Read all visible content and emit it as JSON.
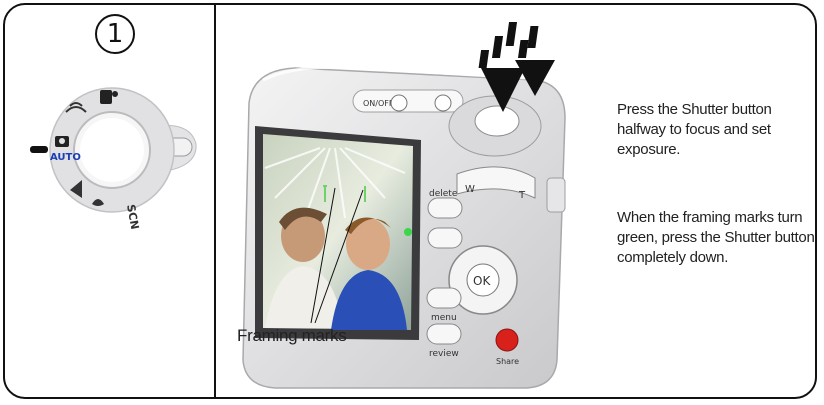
{
  "step": {
    "number": "1"
  },
  "dial": {
    "auto_label": "AUTO",
    "scn_label": "SCN"
  },
  "camera": {
    "onoff_label": "ON/OFF",
    "delete_label": "delete",
    "menu_label": "menu",
    "review_label": "review",
    "share_label": "Share",
    "ok_label": "OK",
    "w_label": "W",
    "t_label": "T"
  },
  "callout": {
    "framing_marks": "Framing marks"
  },
  "instructions": {
    "line1": "Press the Shutter button halfway to focus and set exposure.",
    "line2": "When the framing marks turn green, press the Shutter button completely down."
  },
  "colors": {
    "border": "#111111",
    "camera_body": "#e8e8ea",
    "share_button": "#d9211c",
    "framing_mark_green": "#3cd64a",
    "arrow_black": "#111111"
  }
}
